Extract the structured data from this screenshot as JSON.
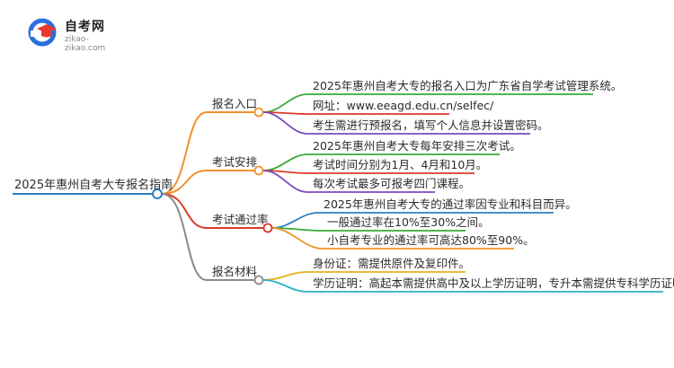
{
  "logo": {
    "title": "自考网",
    "subtitle": "zikao-zikao.com",
    "icon": "graduation-cap-icon",
    "colors": {
      "blue": "#2a6fdb",
      "red": "#e8382f"
    }
  },
  "mindmap": {
    "root": {
      "label": "2025年惠州自考大专报名指南",
      "color": "#2f7fc1"
    },
    "branches": [
      {
        "label": "报名入口",
        "color": "#f0922b",
        "items": [
          {
            "text": "2025年惠州自考大专的报名入口为广东省自学考试管理系统。",
            "color": "#3aaa35"
          },
          {
            "text": "网址：www.eeagd.edu.cn/selfec/",
            "color": "#d93a2b"
          },
          {
            "text": "考生需进行预报名，填写个人信息并设置密码。",
            "color": "#7b4bb8"
          }
        ]
      },
      {
        "label": "考试安排",
        "color": "#f0922b",
        "items": [
          {
            "text": "2025年惠州自考大专每年安排三次考试。",
            "color": "#3aaa35"
          },
          {
            "text": "考试时间分别为1月、4月和10月。",
            "color": "#d93a2b"
          },
          {
            "text": "每次考试最多可报考四门课程。",
            "color": "#7b4bb8"
          }
        ]
      },
      {
        "label": "考试通过率",
        "color": "#d93a2b",
        "items": [
          {
            "text": "2025年惠州自考大专的通过率因专业和科目而异。",
            "color": "#2f7fc1"
          },
          {
            "text": "一般通过率在10%至30%之间。",
            "color": "#3aaa35"
          },
          {
            "text": "小自考专业的通过率可高达80%至90%。",
            "color": "#f0922b"
          }
        ]
      },
      {
        "label": "报名材料",
        "color": "#8a8a8a",
        "items": [
          {
            "text": "身份证：需提供原件及复印件。",
            "color": "#e6b020"
          },
          {
            "text": "学历证明：高起本需提供高中及以上学历证明，专升本需提供专科学历证明。",
            "color": "#2ab0c8"
          }
        ]
      }
    ]
  }
}
